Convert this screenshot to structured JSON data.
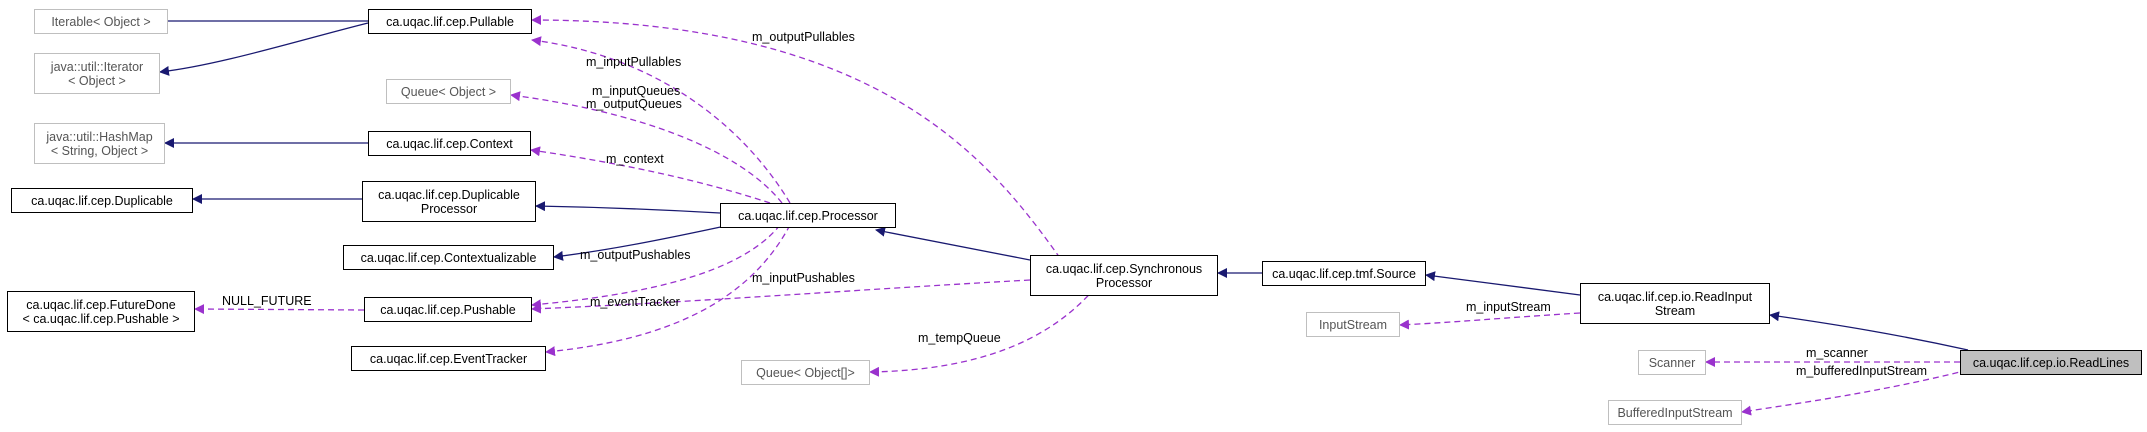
{
  "diagram": {
    "colors": {
      "inheritance": "#191970",
      "usage": "#9a32cd",
      "focus_fill": "#bfbfbf",
      "external_border": "#bfbfbf"
    },
    "nodes": [
      {
        "id": "iterable",
        "lines": [
          "Iterable< Object >"
        ],
        "kind": "external"
      },
      {
        "id": "iterator",
        "lines": [
          "java::util::Iterator",
          "< Object >"
        ],
        "kind": "external"
      },
      {
        "id": "pullable",
        "lines": [
          "ca.uqac.lif.cep.Pullable"
        ],
        "kind": "class"
      },
      {
        "id": "queue",
        "lines": [
          "Queue< Object >"
        ],
        "kind": "external"
      },
      {
        "id": "hashmap",
        "lines": [
          "java::util::HashMap",
          "< String, Object >"
        ],
        "kind": "external"
      },
      {
        "id": "context",
        "lines": [
          "ca.uqac.lif.cep.Context"
        ],
        "kind": "class"
      },
      {
        "id": "duplicable",
        "lines": [
          "ca.uqac.lif.cep.Duplicable"
        ],
        "kind": "class"
      },
      {
        "id": "dupproc",
        "lines": [
          "ca.uqac.lif.cep.Duplicable",
          "Processor"
        ],
        "kind": "class"
      },
      {
        "id": "processor",
        "lines": [
          "ca.uqac.lif.cep.Processor"
        ],
        "kind": "class"
      },
      {
        "id": "contextualizable",
        "lines": [
          "ca.uqac.lif.cep.Contextualizable"
        ],
        "kind": "class"
      },
      {
        "id": "futuredone",
        "lines": [
          "ca.uqac.lif.cep.FutureDone",
          "< ca.uqac.lif.cep.Pushable >"
        ],
        "kind": "class"
      },
      {
        "id": "pushable",
        "lines": [
          "ca.uqac.lif.cep.Pushable"
        ],
        "kind": "class"
      },
      {
        "id": "eventtracker",
        "lines": [
          "ca.uqac.lif.cep.EventTracker"
        ],
        "kind": "class"
      },
      {
        "id": "syncproc",
        "lines": [
          "ca.uqac.lif.cep.Synchronous",
          "Processor"
        ],
        "kind": "class"
      },
      {
        "id": "source",
        "lines": [
          "ca.uqac.lif.cep.tmf.Source"
        ],
        "kind": "class"
      },
      {
        "id": "queuearr",
        "lines": [
          "Queue< Object[]>"
        ],
        "kind": "external"
      },
      {
        "id": "inputstream",
        "lines": [
          "InputStream"
        ],
        "kind": "external"
      },
      {
        "id": "readinput",
        "lines": [
          "ca.uqac.lif.cep.io.ReadInput",
          "Stream"
        ],
        "kind": "class"
      },
      {
        "id": "scanner",
        "lines": [
          "Scanner"
        ],
        "kind": "external"
      },
      {
        "id": "buffered",
        "lines": [
          "BufferedInputStream"
        ],
        "kind": "external"
      },
      {
        "id": "readlines",
        "lines": [
          "ca.uqac.lif.cep.io.ReadLines"
        ],
        "kind": "focus"
      }
    ],
    "edge_labels": {
      "m_outputPullables": "m_outputPullables",
      "m_inputPullables": "m_inputPullables",
      "m_inputQueues": "m_inputQueues",
      "m_outputQueues": "m_outputQueues",
      "m_context": "m_context",
      "m_outputPushables": "m_outputPushables",
      "NULL_FUTURE": "NULL_FUTURE",
      "m_eventTracker": "m_eventTracker",
      "m_inputPushables": "m_inputPushables",
      "m_tempQueue": "m_tempQueue",
      "m_inputStream": "m_inputStream",
      "m_scanner": "m_scanner",
      "m_bufferedInputStream": "m_bufferedInputStream"
    }
  }
}
